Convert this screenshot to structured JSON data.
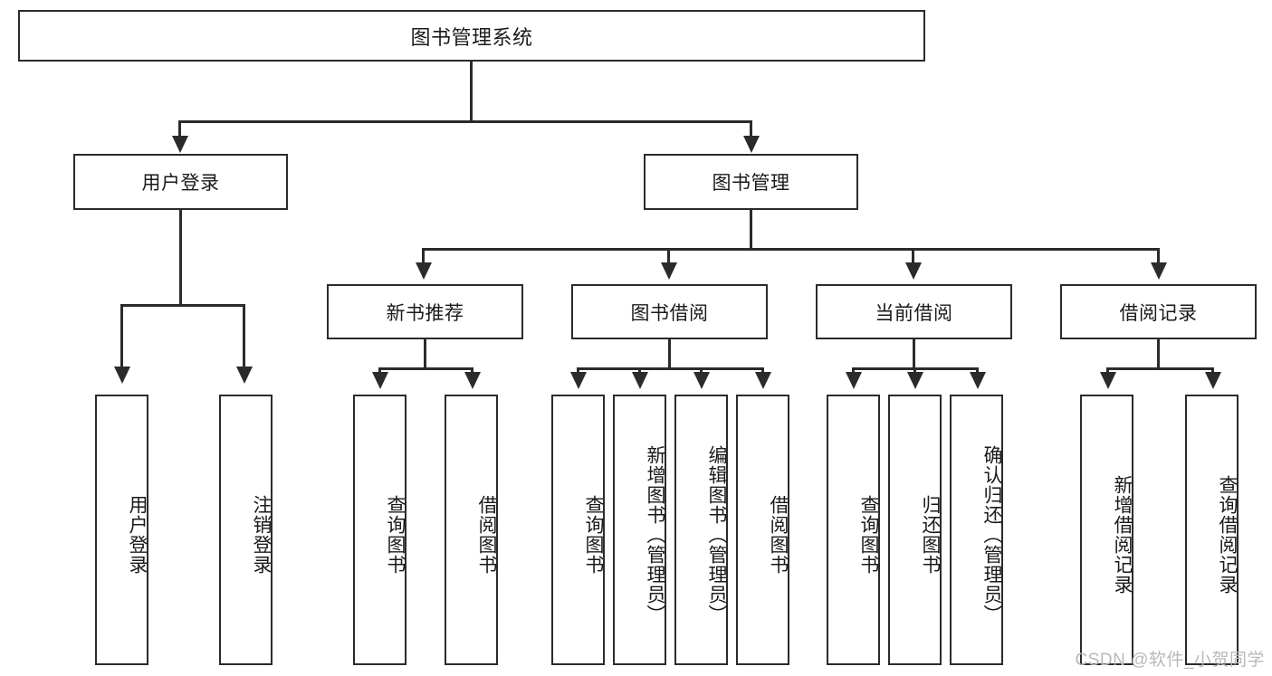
{
  "diagram": {
    "type": "tree-hierarchy-flowchart",
    "title": "图书管理系统",
    "watermark": "CSDN @软件_小贺同学",
    "colors": {
      "stroke": "#2b2b2b",
      "fill": "#ffffff",
      "text": "#1a1a1a",
      "watermark": "#b9b9b9"
    },
    "levels": {
      "root": {
        "label": "图书管理系统"
      },
      "level2": [
        {
          "id": "user-login",
          "label": "用户登录"
        },
        {
          "id": "book-management",
          "label": "图书管理"
        }
      ],
      "level3": [
        {
          "id": "new-book-recommend",
          "label": "新书推荐",
          "parent": "book-management"
        },
        {
          "id": "book-borrow",
          "label": "图书借阅",
          "parent": "book-management"
        },
        {
          "id": "current-borrow",
          "label": "当前借阅",
          "parent": "book-management"
        },
        {
          "id": "borrow-record",
          "label": "借阅记录",
          "parent": "book-management"
        }
      ],
      "leaves": {
        "user-login": [
          {
            "id": "leaf-user-login",
            "label": "用户登录"
          },
          {
            "id": "leaf-user-logout",
            "label": "注销登录"
          }
        ],
        "new-book-recommend": [
          {
            "id": "leaf-query-book-1",
            "label": "查询图书"
          },
          {
            "id": "leaf-borrow-book-1",
            "label": "借阅图书"
          }
        ],
        "book-borrow": [
          {
            "id": "leaf-query-book-2",
            "label": "查询图书"
          },
          {
            "id": "leaf-add-book",
            "label": "新增图书（管理员）"
          },
          {
            "id": "leaf-edit-book",
            "label": "编辑图书（管理员）"
          },
          {
            "id": "leaf-borrow-book-2",
            "label": "借阅图书"
          }
        ],
        "current-borrow": [
          {
            "id": "leaf-query-book-3",
            "label": "查询图书"
          },
          {
            "id": "leaf-return-book",
            "label": "归还图书"
          },
          {
            "id": "leaf-confirm-return",
            "label": "确认归还（管理员）"
          }
        ],
        "borrow-record": [
          {
            "id": "leaf-add-record",
            "label": "新增借阅记录"
          },
          {
            "id": "leaf-query-record",
            "label": "查询借阅记录"
          }
        ]
      }
    }
  }
}
